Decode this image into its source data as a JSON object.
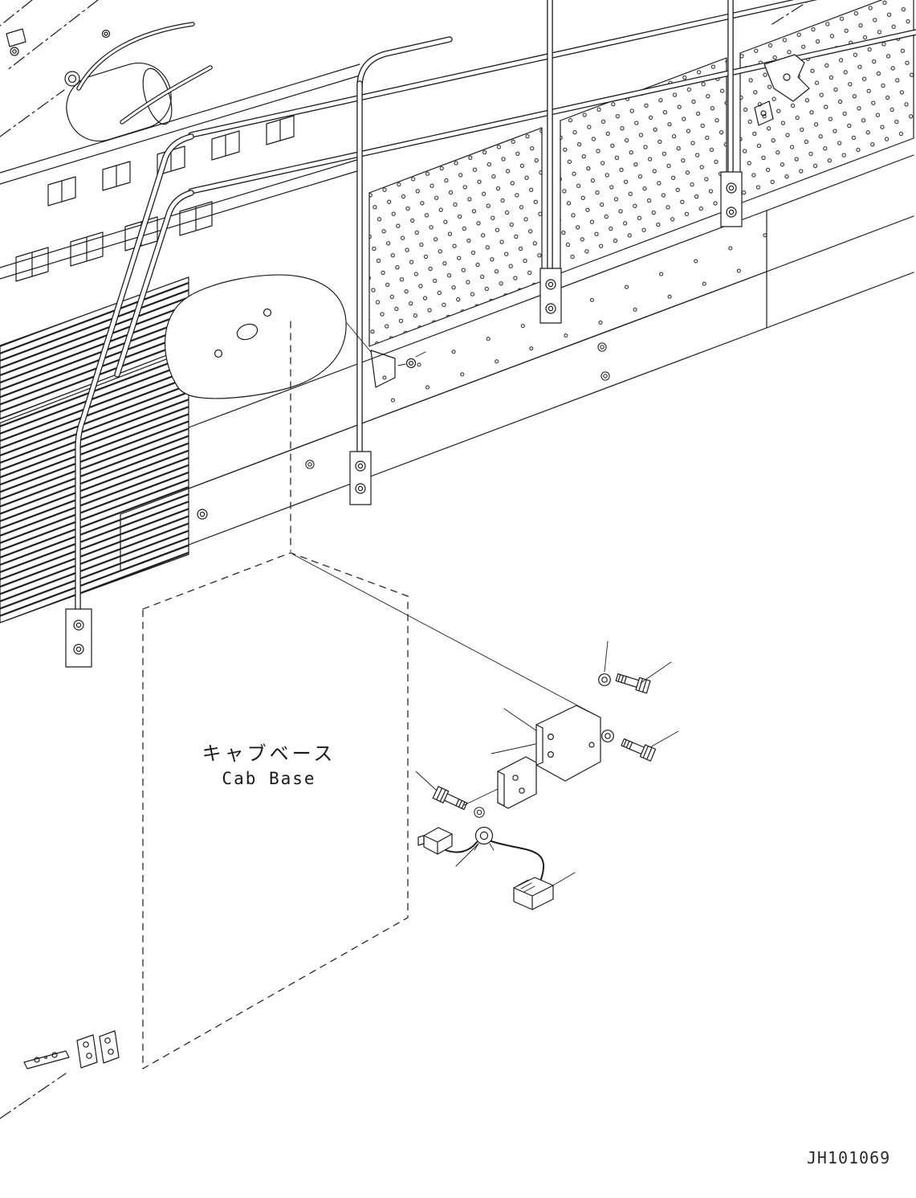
{
  "page": {
    "background": "#ffffff",
    "line_color": "#1c1c1c"
  },
  "labels": {
    "cab_base_jp": "キャブベース",
    "cab_base_en": "Cab Base",
    "drawing_number": "JH101069"
  },
  "diagram": {
    "type": "isometric-exploded-parts-drawing",
    "subject": "Cab base platform with handrail and sensor bracket hardware",
    "components": [
      "handrail posts and rails",
      "perforated walkway panels",
      "anti-slip deck surface",
      "floor grating",
      "stair handrail",
      "cab base panel phantom outline",
      "mounting bracket",
      "clamp plate",
      "hex bolts",
      "washers",
      "wiring harness with connectors",
      "hinge brackets",
      "cover plate"
    ]
  }
}
